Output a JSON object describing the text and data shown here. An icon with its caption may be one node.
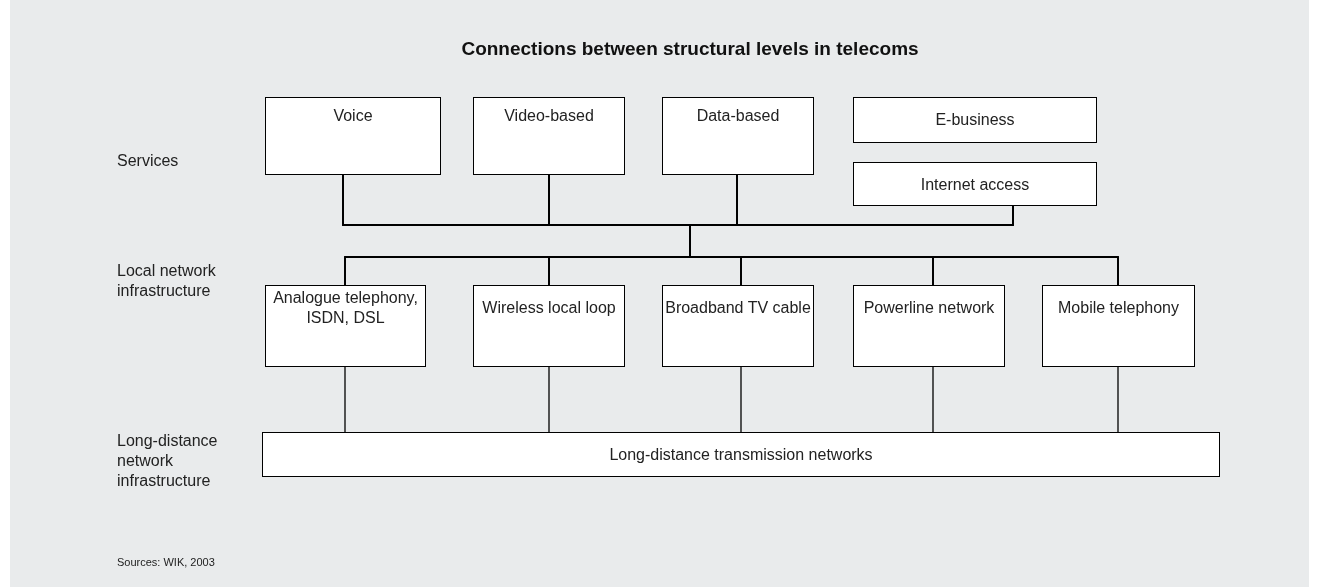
{
  "diagram": {
    "title": "Connections between structural levels in telecoms",
    "nodes": [
      {
        "text": [
          "Voice"
        ]
      },
      {
        "text": [
          "Video-based"
        ]
      },
      {
        "text": [
          "Data-based"
        ]
      },
      {
        "text": [
          "E-business"
        ]
      },
      {
        "text": [
          "Internet access"
        ]
      },
      {
        "text": [
          "Analogue telephony, ISDN, DSL"
        ]
      },
      {
        "text": [
          "Wireless local loop"
        ]
      },
      {
        "text": [
          "Broadband TV cable"
        ]
      },
      {
        "text": [
          "Powerline network"
        ]
      },
      {
        "text": [
          "Mobile telephony"
        ]
      },
      {
        "text": [
          "Long-distance transmission networks"
        ]
      }
    ],
    "edges": [
      {
        "from": 0,
        "to": 5,
        "arrow": "none"
      },
      {
        "from": 0,
        "to": 6,
        "arrow": "none"
      },
      {
        "from": 0,
        "to": 7,
        "arrow": "none"
      },
      {
        "from": 0,
        "to": 8,
        "arrow": "none"
      },
      {
        "from": 0,
        "to": 9,
        "arrow": "none"
      },
      {
        "from": 1,
        "to": 5,
        "arrow": "none"
      },
      {
        "from": 1,
        "to": 6,
        "arrow": "none"
      },
      {
        "from": 1,
        "to": 7,
        "arrow": "none"
      },
      {
        "from": 1,
        "to": 8,
        "arrow": "none"
      },
      {
        "from": 1,
        "to": 9,
        "arrow": "none"
      },
      {
        "from": 2,
        "to": 5,
        "arrow": "none"
      },
      {
        "from": 2,
        "to": 6,
        "arrow": "none"
      },
      {
        "from": 2,
        "to": 7,
        "arrow": "none"
      },
      {
        "from": 2,
        "to": 8,
        "arrow": "none"
      },
      {
        "from": 2,
        "to": 9,
        "arrow": "none"
      },
      {
        "from": 4,
        "to": 5,
        "arrow": "none"
      },
      {
        "from": 4,
        "to": 6,
        "arrow": "none"
      },
      {
        "from": 4,
        "to": 7,
        "arrow": "none"
      },
      {
        "from": 4,
        "to": 8,
        "arrow": "none"
      },
      {
        "from": 4,
        "to": 9,
        "arrow": "none"
      },
      {
        "from": 5,
        "to": 10,
        "arrow": "none"
      },
      {
        "from": 6,
        "to": 10,
        "arrow": "none"
      },
      {
        "from": 7,
        "to": 10,
        "arrow": "none"
      },
      {
        "from": 8,
        "to": 10,
        "arrow": "none"
      },
      {
        "from": 9,
        "to": 10,
        "arrow": "none"
      }
    ],
    "labels": [
      "Services",
      "Local network infrastructure",
      "Long-distance network infrastructure",
      "Sources: WIK, 2003"
    ]
  }
}
